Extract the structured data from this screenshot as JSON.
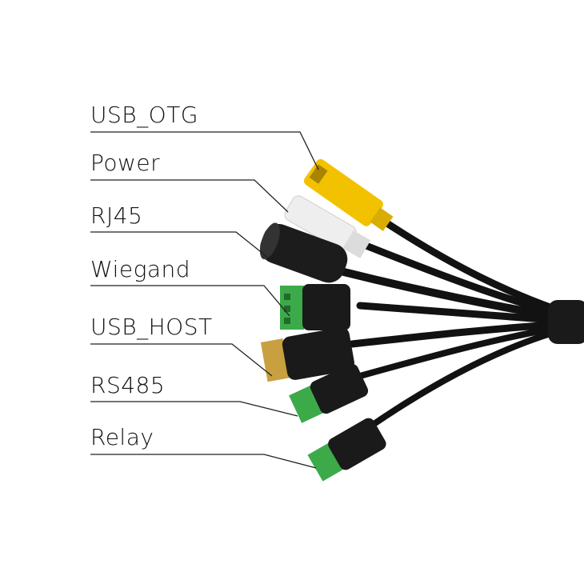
{
  "labels": {
    "usb_otg": "USB_OTG",
    "power": "Power",
    "rj45": "RJ45",
    "wiegand": "Wiegand",
    "usb_host": "USB_HOST",
    "rs485": "RS485",
    "relay": "Relay"
  },
  "colors": {
    "cable": "#121212",
    "usb_otg_connector": "#f2c200",
    "power_connector": "#eeeeee",
    "terminal_block": "#3daa4a",
    "leader_line": "#222222"
  }
}
